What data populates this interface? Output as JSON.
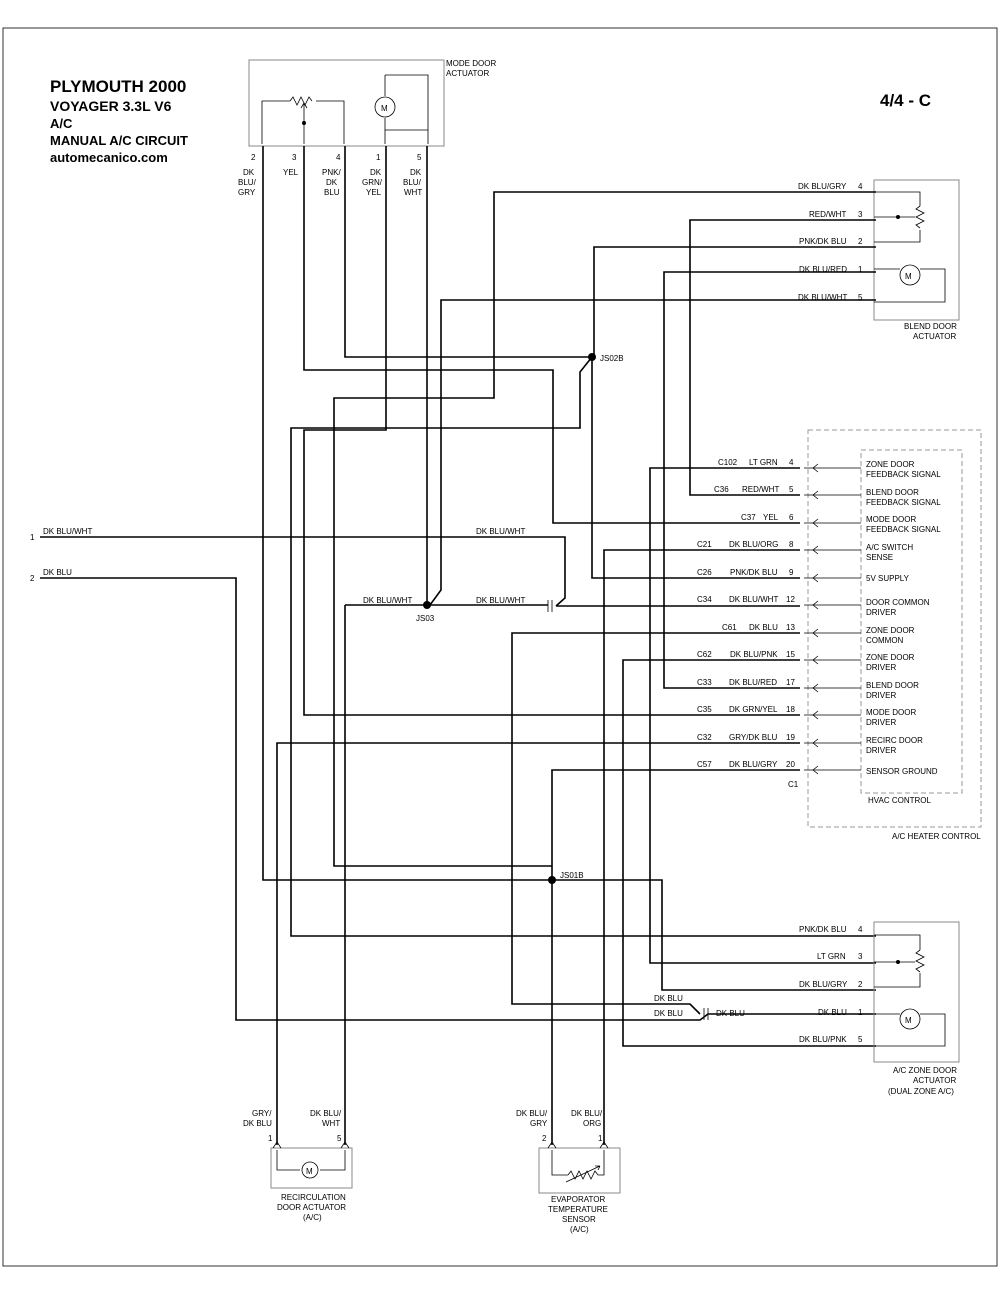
{
  "header": {
    "line1": "PLYMOUTH 2000",
    "line2": "VOYAGER  3.3L  V6",
    "line3": "A/C",
    "line4": "MANUAL A/C CIRCUIT",
    "line5": "automecanico.com",
    "page_ref": "4/4 - C"
  },
  "mode_door": {
    "name1": "MODE DOOR",
    "name2": "ACTUATOR",
    "pins": [
      "2",
      "3",
      "4",
      "1",
      "5"
    ],
    "wires": [
      [
        "DK",
        "BLU/",
        "GRY"
      ],
      [
        "YEL"
      ],
      [
        "PNK/",
        "DK",
        "BLU"
      ],
      [
        "DK",
        "GRN/",
        "YEL"
      ],
      [
        "DK",
        "BLU/",
        "WHT"
      ]
    ]
  },
  "blend_door": {
    "name1": "BLEND DOOR",
    "name2": "ACTUATOR",
    "rows": [
      {
        "wire": "DK BLU/GRY",
        "pin": "4"
      },
      {
        "wire": "RED/WHT",
        "pin": "3"
      },
      {
        "wire": "PNK/DK BLU",
        "pin": "2"
      },
      {
        "wire": "DK BLU/RED",
        "pin": "1"
      },
      {
        "wire": "DK BLU/WHT",
        "pin": "5"
      }
    ]
  },
  "splices": {
    "js02b": "JS02B",
    "js03": "JS03",
    "js01b": "JS01B"
  },
  "left_conn": [
    {
      "pin": "1",
      "wire": "DK BLU/WHT"
    },
    {
      "pin": "2",
      "wire": "DK BLU"
    }
  ],
  "mid_labels": {
    "dkbluwht_a": "DK BLU/WHT",
    "dkbluwht_b": "DK BLU/WHT",
    "dkbluwht_c": "DK BLU/WHT"
  },
  "hvac": {
    "outer_label": "A/C HEATER CONTROL",
    "inner_label": "HVAC CONTROL",
    "conn": "C1",
    "rows": [
      {
        "circuit": "C102",
        "wire": "LT GRN",
        "pin": "4",
        "func1": "ZONE DOOR",
        "func2": "FEEDBACK SIGNAL"
      },
      {
        "circuit": "C36",
        "wire": "RED/WHT",
        "pin": "5",
        "func1": "BLEND DOOR",
        "func2": "FEEDBACK SIGNAL"
      },
      {
        "circuit": "C37",
        "wire": "YEL",
        "pin": "6",
        "func1": "MODE DOOR",
        "func2": "FEEDBACK SIGNAL"
      },
      {
        "circuit": "C21",
        "wire": "DK BLU/ORG",
        "pin": "8",
        "func1": "A/C SWITCH",
        "func2": "SENSE"
      },
      {
        "circuit": "C26",
        "wire": "PNK/DK BLU",
        "pin": "9",
        "func1": "5V SUPPLY",
        "func2": ""
      },
      {
        "circuit": "C34",
        "wire": "DK BLU/WHT",
        "pin": "12",
        "func1": "DOOR COMMON",
        "func2": "DRIVER"
      },
      {
        "circuit": "C61",
        "wire": "DK BLU",
        "pin": "13",
        "func1": "ZONE DOOR",
        "func2": "COMMON"
      },
      {
        "circuit": "C62",
        "wire": "DK BLU/PNK",
        "pin": "15",
        "func1": "ZONE DOOR",
        "func2": "DRIVER"
      },
      {
        "circuit": "C33",
        "wire": "DK BLU/RED",
        "pin": "17",
        "func1": "BLEND DOOR",
        "func2": "DRIVER"
      },
      {
        "circuit": "C35",
        "wire": "DK GRN/YEL",
        "pin": "18",
        "func1": "MODE DOOR",
        "func2": "DRIVER"
      },
      {
        "circuit": "C32",
        "wire": "GRY/DK BLU",
        "pin": "19",
        "func1": "RECIRC DOOR",
        "func2": "DRIVER"
      },
      {
        "circuit": "C57",
        "wire": "DK BLU/GRY",
        "pin": "20",
        "func1": "SENSOR GROUND",
        "func2": ""
      }
    ]
  },
  "zone_door": {
    "name1": "A/C ZONE DOOR",
    "name2": "ACTUATOR",
    "name3": "(DUAL ZONE A/C)",
    "rows": [
      {
        "wire": "PNK/DK BLU",
        "pin": "4"
      },
      {
        "wire": "LT GRN",
        "pin": "3"
      },
      {
        "wire": "DK BLU/GRY",
        "pin": "2"
      },
      {
        "wire": "DK BLU",
        "pin": "1"
      },
      {
        "wire": "DK BLU/PNK",
        "pin": "5"
      }
    ],
    "extra_a": "DK BLU",
    "extra_b": "DK BLU",
    "extra_c": "DK BLU"
  },
  "recirc": {
    "name1": "RECIRCULATION",
    "name2": "DOOR ACTUATOR",
    "name3": "(A/C)",
    "w1a": "GRY/",
    "w1b": "DK BLU",
    "p1": "1",
    "w2a": "DK BLU/",
    "w2b": "WHT",
    "p2": "5"
  },
  "evap": {
    "name1": "EVAPORATOR",
    "name2": "TEMPERATURE",
    "name3": "SENSOR",
    "name4": "(A/C)",
    "w1a": "DK BLU/",
    "w1b": "GRY",
    "p1": "2",
    "w2a": "DK BLU/",
    "w2b": "ORG",
    "p2": "1"
  },
  "motor_symbol": "M"
}
